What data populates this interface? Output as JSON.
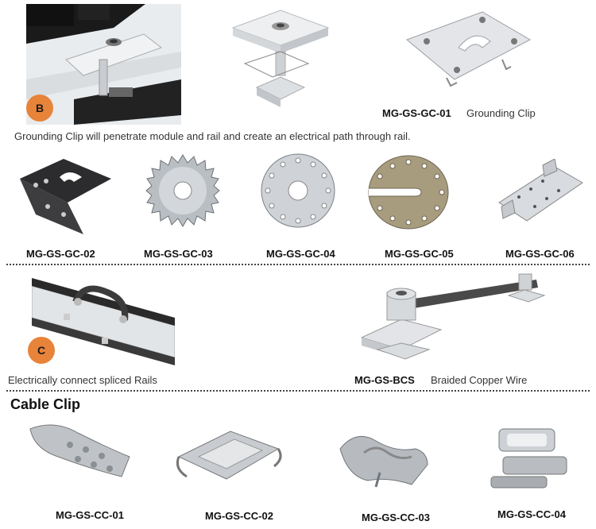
{
  "section_b": {
    "badge": "B",
    "part_code": "MG-GS-GC-01",
    "part_name": "Grounding Clip",
    "caption": "Grounding Clip will penetrate module and rail and create an electrical path through rail."
  },
  "grounding_clips": [
    {
      "code": "MG-GS-GC-02"
    },
    {
      "code": "MG-GS-GC-03"
    },
    {
      "code": "MG-GS-GC-04"
    },
    {
      "code": "MG-GS-GC-05"
    },
    {
      "code": "MG-GS-GC-06"
    }
  ],
  "section_c": {
    "badge": "C",
    "caption": "Electrically connect spliced Rails",
    "part_code": "MG-GS-BCS",
    "part_name": "Braided Copper Wire"
  },
  "cable_clip": {
    "heading": "Cable Clip",
    "items": [
      {
        "code": "MG-GS-CC-01"
      },
      {
        "code": "MG-GS-CC-02"
      },
      {
        "code": "MG-GS-CC-03"
      },
      {
        "code": "MG-GS-CC-04"
      }
    ]
  }
}
